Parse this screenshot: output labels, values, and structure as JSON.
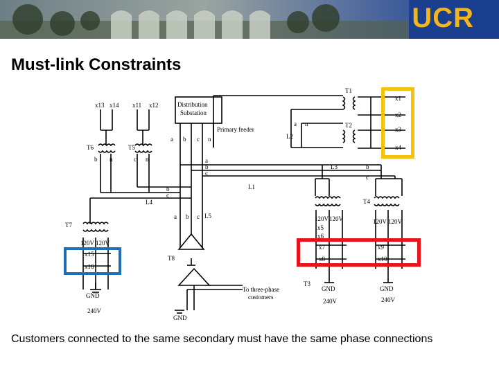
{
  "header": {
    "logo": "UCR"
  },
  "title": "Must-link Constraints",
  "caption": "Customers connected to the same secondary must have the same phase connections",
  "diagram": {
    "substation": [
      "Distribution",
      "Substation"
    ],
    "primary_feeder": "Primary feeder",
    "transformers": {
      "t1": "T1",
      "t2": "T2",
      "t3": "T3",
      "t4": "T4",
      "t5": "T5",
      "t6": "T6",
      "t7": "T7",
      "t8": "T8"
    },
    "lines": {
      "l1": "L1",
      "l2": "L2",
      "l3": "L3",
      "l4": "L4",
      "l5": "L5"
    },
    "customers": {
      "x1": "x1",
      "x2": "x2",
      "x3": "x3",
      "x4": "x4",
      "x5": "x5",
      "x6": "x6",
      "x7": "x7",
      "x8": "x8",
      "x9": "x9",
      "x10": "x10",
      "x11": "x11",
      "x12": "x12",
      "x13": "x13",
      "x14": "x14",
      "x15": "x15",
      "x16": "x16"
    },
    "phases": {
      "a": "a",
      "b": "b",
      "c": "c",
      "n": "n"
    },
    "voltage_120": "120V",
    "voltage_240": "240V",
    "gnd": "GND",
    "three_phase": [
      "To three-phase",
      "customers"
    ]
  },
  "highlights": {
    "yellow": "#f4c20d",
    "blue": "#1f6fb8",
    "red": "#e8131b"
  }
}
